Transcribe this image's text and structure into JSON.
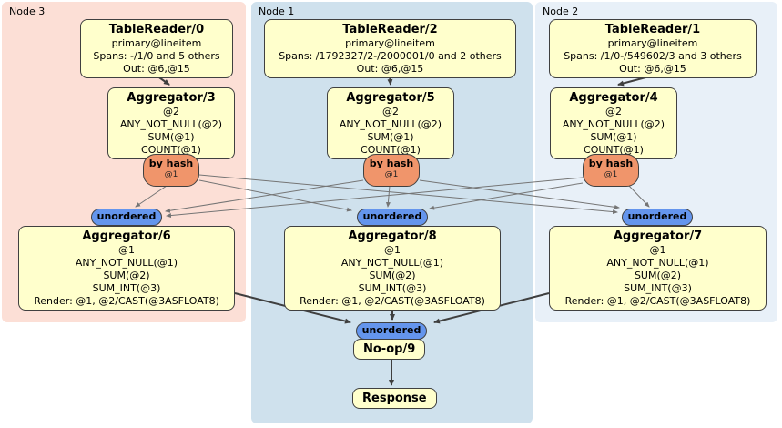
{
  "regions": {
    "node3": {
      "label": "Node 3"
    },
    "node1": {
      "label": "Node 1"
    },
    "node2": {
      "label": "Node 2"
    }
  },
  "processors": {
    "tr0": {
      "title": "TableReader/0",
      "lines": [
        "primary@lineitem",
        "Spans: -/1/0 and 5 others",
        "Out: @6,@15"
      ]
    },
    "tr2": {
      "title": "TableReader/2",
      "lines": [
        "primary@lineitem",
        "Spans: /1792327/2-/2000001/0 and 2 others",
        "Out: @6,@15"
      ]
    },
    "tr1": {
      "title": "TableReader/1",
      "lines": [
        "primary@lineitem",
        "Spans: /1/0-/549602/3 and 3 others",
        "Out: @6,@15"
      ]
    },
    "agg3": {
      "title": "Aggregator/3",
      "lines": [
        "@2",
        "ANY_NOT_NULL(@2)",
        "SUM(@1)",
        "COUNT(@1)"
      ]
    },
    "agg5": {
      "title": "Aggregator/5",
      "lines": [
        "@2",
        "ANY_NOT_NULL(@2)",
        "SUM(@1)",
        "COUNT(@1)"
      ]
    },
    "agg4": {
      "title": "Aggregator/4",
      "lines": [
        "@2",
        "ANY_NOT_NULL(@2)",
        "SUM(@1)",
        "COUNT(@1)"
      ]
    },
    "agg6": {
      "title": "Aggregator/6",
      "lines": [
        "@1",
        "ANY_NOT_NULL(@1)",
        "SUM(@2)",
        "SUM_INT(@3)",
        "Render: @1, @2/CAST(@3ASFLOAT8)"
      ]
    },
    "agg8": {
      "title": "Aggregator/8",
      "lines": [
        "@1",
        "ANY_NOT_NULL(@1)",
        "SUM(@2)",
        "SUM_INT(@3)",
        "Render: @1, @2/CAST(@3ASFLOAT8)"
      ]
    },
    "agg7": {
      "title": "Aggregator/7",
      "lines": [
        "@1",
        "ANY_NOT_NULL(@1)",
        "SUM(@2)",
        "SUM_INT(@3)",
        "Render: @1, @2/CAST(@3ASFLOAT8)"
      ]
    },
    "noop": {
      "title": "No-op/9"
    },
    "response": {
      "title": "Response"
    }
  },
  "routers": {
    "by_hash_label": "by hash",
    "by_hash_key": "@1",
    "unordered_label": "unordered"
  },
  "colors": {
    "node3_bg": "#fcdfd6",
    "node1_bg": "#cfe1ed",
    "node2_bg": "#e8f0f8",
    "box_fill": "#ffffcc",
    "box_border": "#404040",
    "hash_router_fill": "#f0956b",
    "unordered_router_fill": "#6495ed",
    "edge_thick": "#3f3f3f",
    "edge_thin": "#757575"
  }
}
